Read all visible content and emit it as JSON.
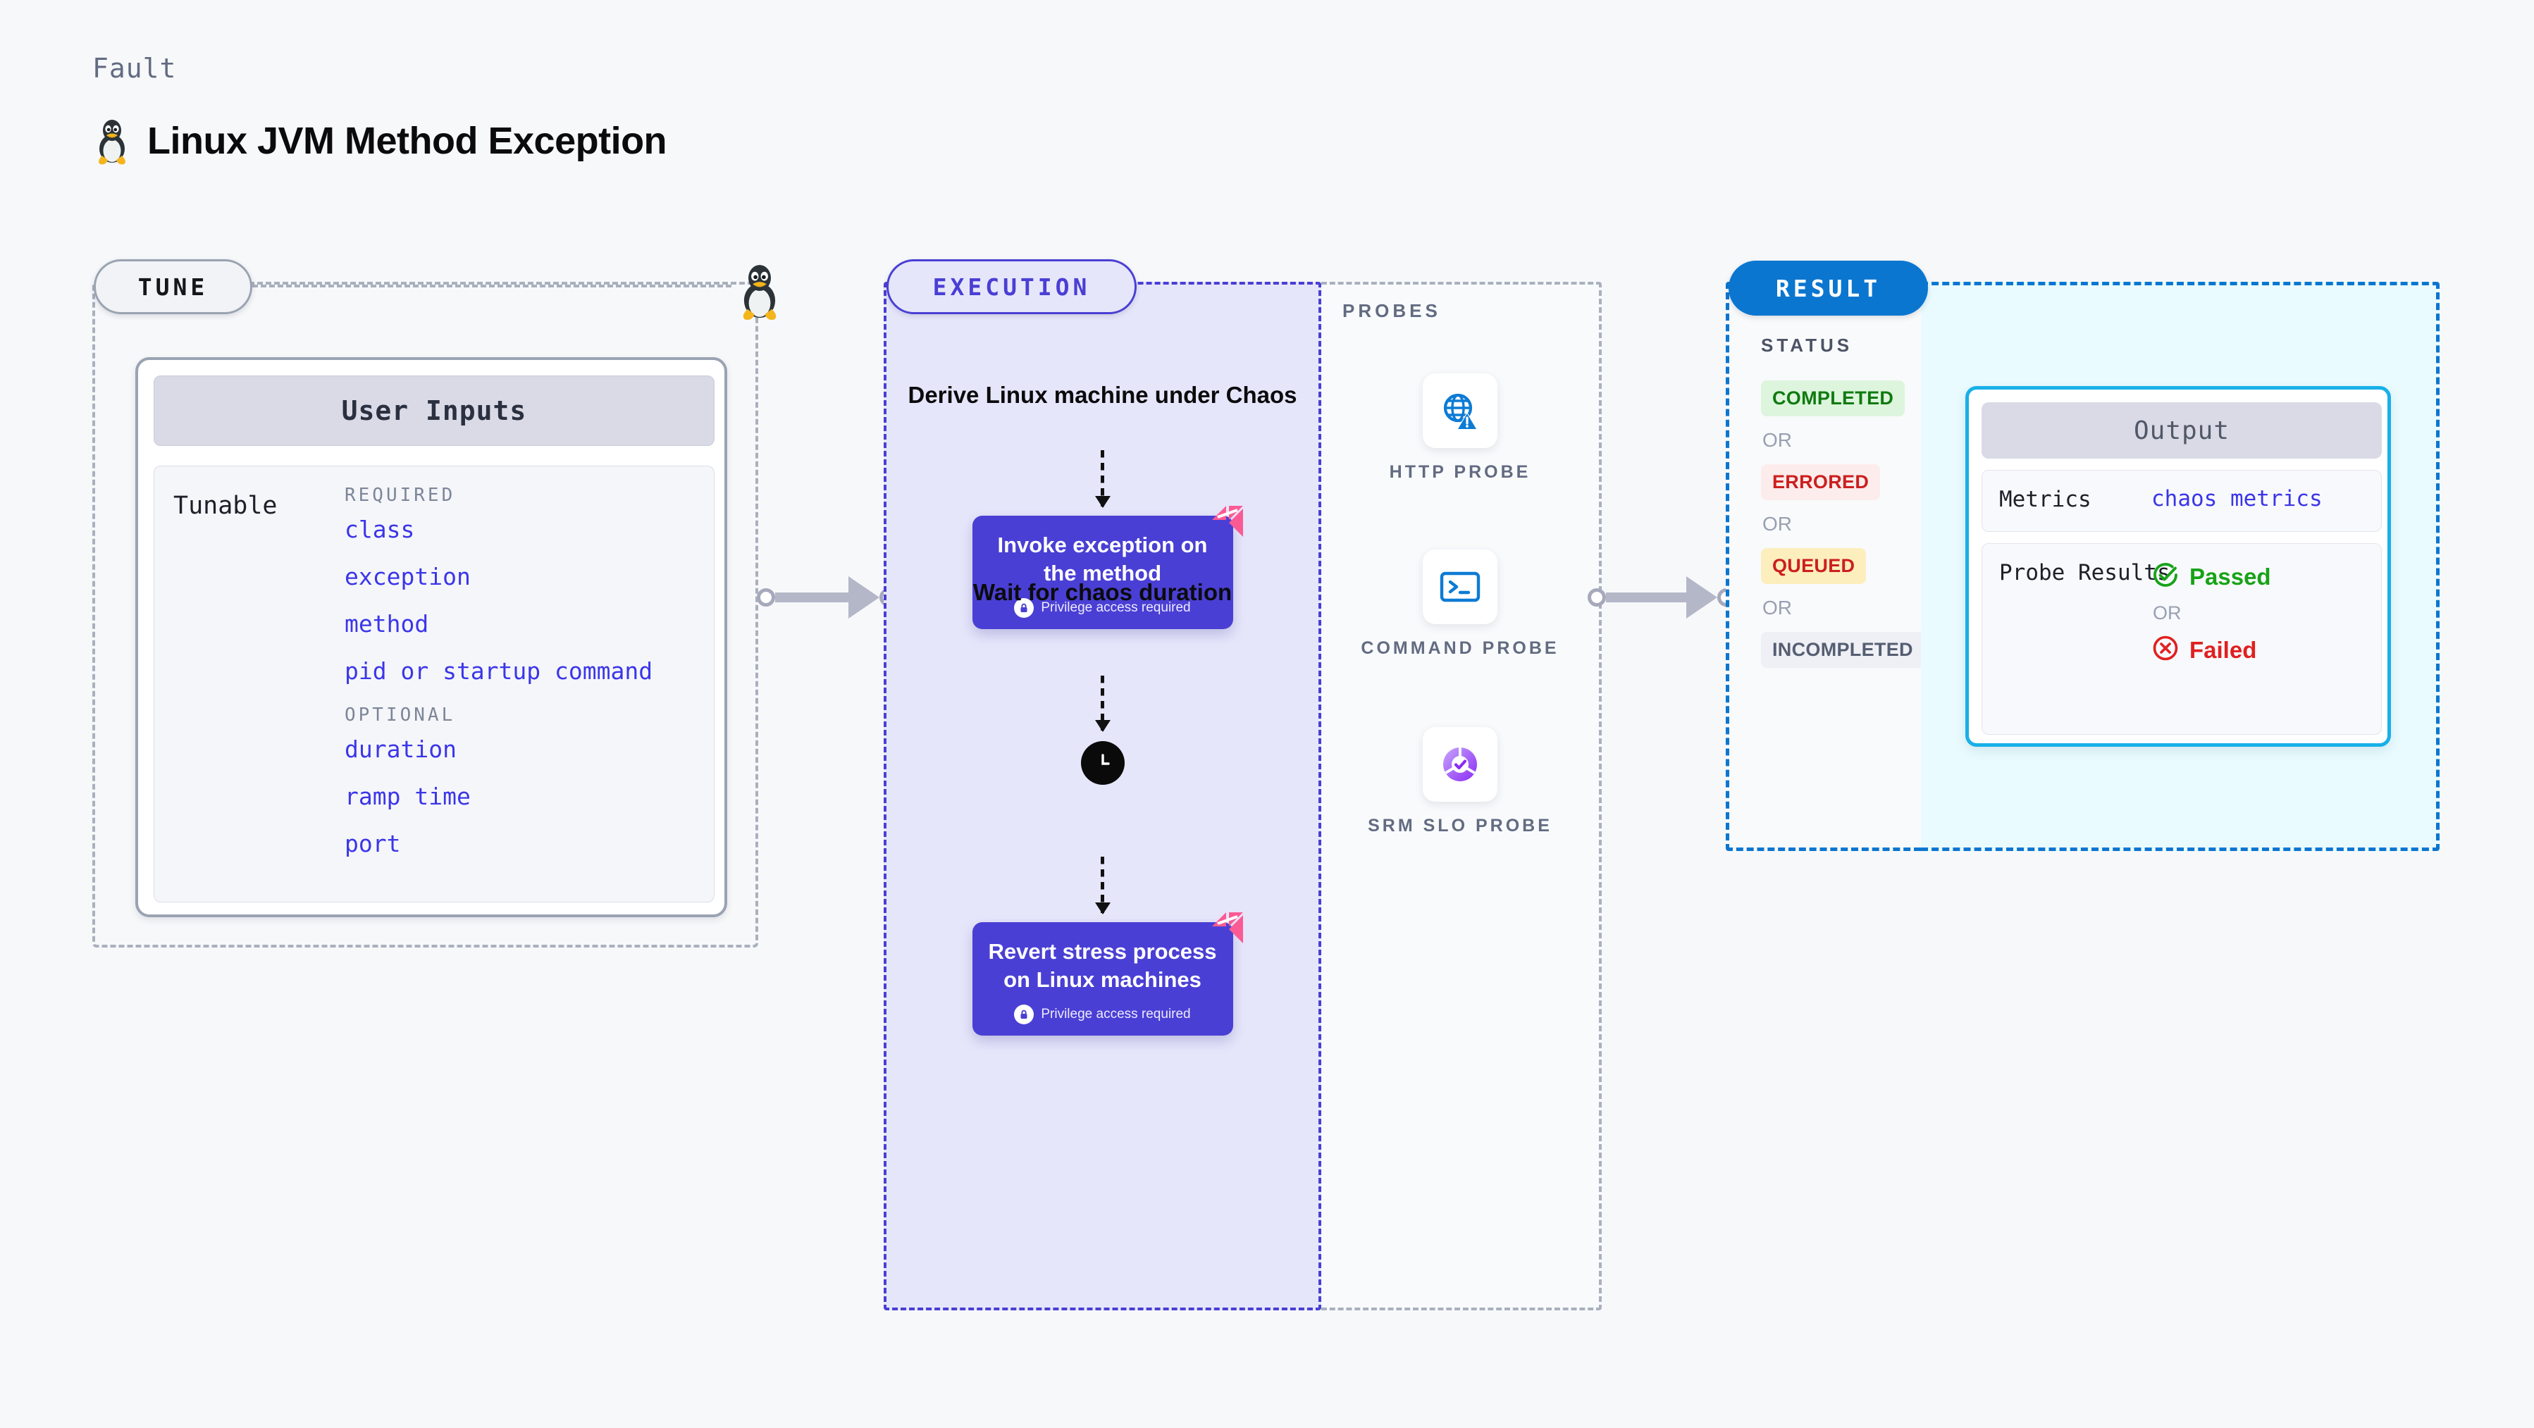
{
  "header": {
    "eyebrow": "Fault",
    "title": "Linux JVM Method Exception",
    "os_icon": "linux-tux-icon"
  },
  "stages": {
    "tune": {
      "badge": "TUNE"
    },
    "execution": {
      "badge": "EXECUTION"
    },
    "probes": {
      "title": "PROBES"
    },
    "result": {
      "badge": "RESULT"
    }
  },
  "tune": {
    "card_title": "User Inputs",
    "tunable_label": "Tunable",
    "groups": [
      {
        "title": "REQUIRED",
        "items": [
          "class",
          "exception",
          "method",
          "pid or startup command"
        ]
      },
      {
        "title": "OPTIONAL",
        "items": [
          "duration",
          "ramp time",
          "port"
        ]
      }
    ]
  },
  "execution": {
    "step_derive": "Derive Linux machine under Chaos",
    "card_invoke": {
      "title": "Invoke exception on the method",
      "privilege": "Privilege access required",
      "lock_icon": "lock-icon",
      "ribbon_icon": "harness-ribbon-icon"
    },
    "step_wait": "Wait for chaos duration",
    "clock_icon": "clock-icon",
    "card_revert": {
      "title": "Revert stress process on Linux machines",
      "privilege": "Privilege access required",
      "lock_icon": "lock-icon",
      "ribbon_icon": "harness-ribbon-icon"
    }
  },
  "probes": [
    {
      "label": "HTTP PROBE",
      "icon": "globe-warning-icon"
    },
    {
      "label": "COMMAND PROBE",
      "icon": "terminal-icon"
    },
    {
      "label": "SRM SLO PROBE",
      "icon": "slo-donut-check-icon"
    }
  ],
  "result": {
    "status_title": "STATUS",
    "or_label": "OR",
    "statuses": [
      {
        "label": "COMPLETED",
        "tone": "green"
      },
      {
        "label": "ERRORED",
        "tone": "red"
      },
      {
        "label": "QUEUED",
        "tone": "amber"
      },
      {
        "label": "INCOMPLETED",
        "tone": "gray"
      }
    ],
    "output": {
      "title": "Output",
      "metrics_key": "Metrics",
      "metrics_value": "chaos metrics",
      "probe_results_key": "Probe Results",
      "passed_label": "Passed",
      "failed_label": "Failed",
      "or_label": "OR",
      "pass_icon": "check-circle-icon",
      "fail_icon": "x-circle-icon"
    }
  },
  "colors": {
    "accent_purple": "#4a3fd4",
    "accent_blue": "#0b76d0",
    "accent_cyan": "#18b0e8",
    "param_blue": "#3b36e8",
    "pass_green": "#17a317",
    "fail_red": "#e02020",
    "ribbon_pink": "#fb5a94"
  }
}
